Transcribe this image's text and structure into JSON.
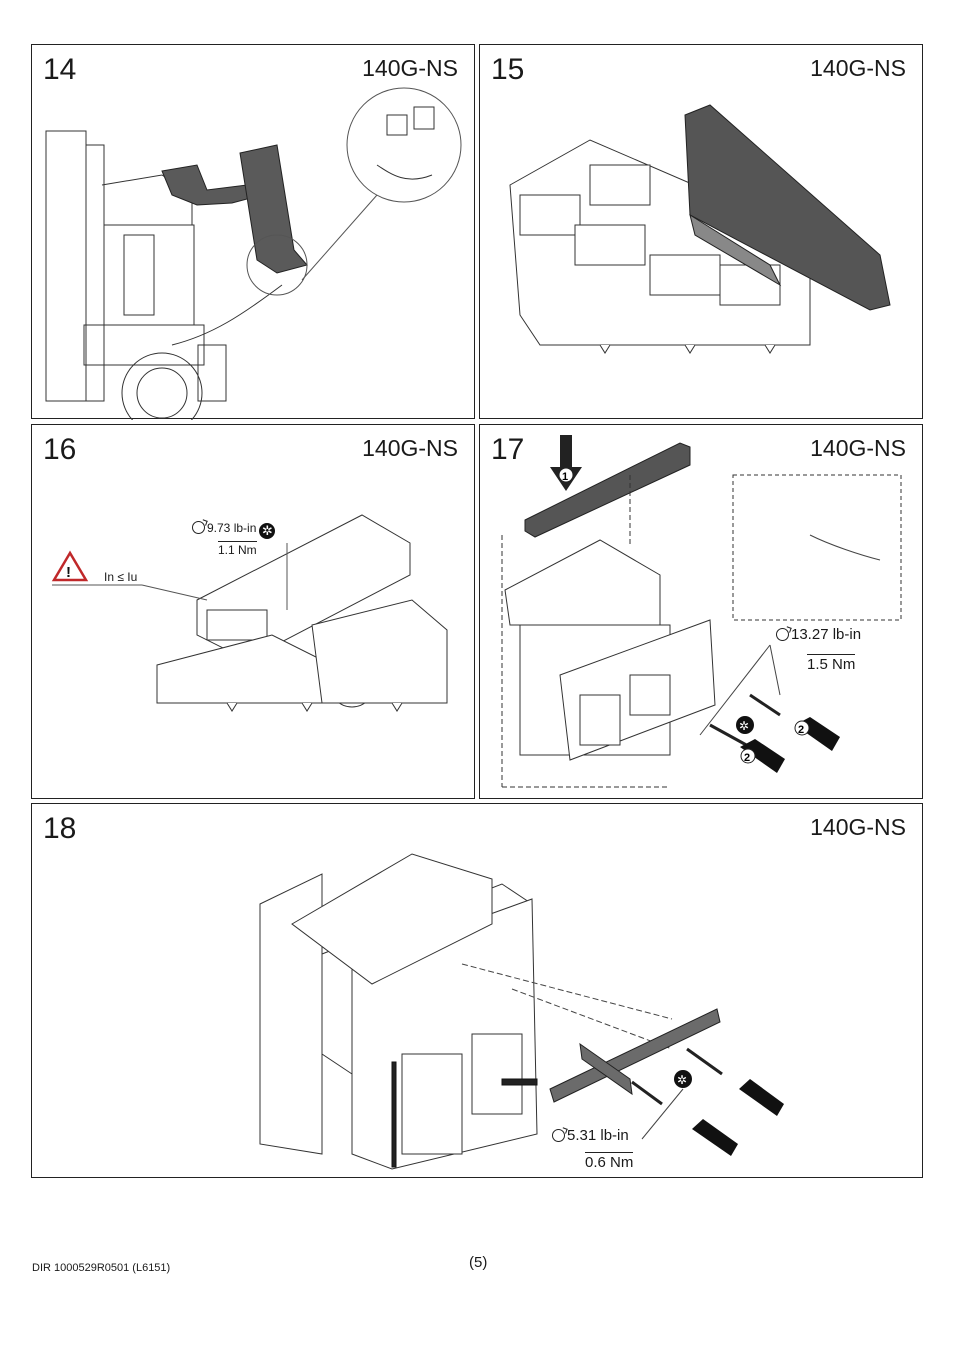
{
  "panels": [
    {
      "step": "14",
      "model": "140G-NS"
    },
    {
      "step": "15",
      "model": "140G-NS"
    },
    {
      "step": "16",
      "model": "140G-NS"
    },
    {
      "step": "17",
      "model": "140G-NS"
    },
    {
      "step": "18",
      "model": "140G-NS"
    }
  ],
  "annotations": {
    "p16_torque_lbin": "9.73 lb-in",
    "p16_torque_nm": "1.1 Nm",
    "p16_warning": "In ≤ Iu",
    "p17_torque_lbin": "13.27 lb-in",
    "p17_torque_nm": "1.5 Nm",
    "p17_callout_1": "1",
    "p17_callout_2": "2",
    "p18_torque_lbin": "5.31 lb-in",
    "p18_torque_nm": "0.6 Nm"
  },
  "footer": {
    "doc_ref": "DIR 1000529R0501 (L6151)",
    "page": "(5)"
  },
  "icons": [
    "torque-wrench-icon",
    "torx-screw-icon",
    "warning-triangle-icon",
    "push-arrow-icon"
  ]
}
